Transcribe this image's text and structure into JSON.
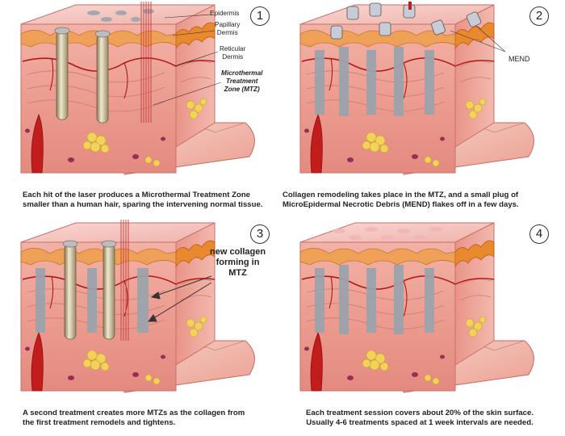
{
  "panels": [
    {
      "number": "1",
      "caption": [
        "Each hit of the laser produces a Microthermal Treatment Zone",
        "smaller than a human hair, sparing the intervening normal tissue."
      ],
      "labels": {
        "epidermis": "Epidermis",
        "papillary": [
          "Papillary",
          "Dermis"
        ],
        "reticular": [
          "Reticular",
          "Dermis"
        ],
        "mtz": [
          "Microthermal",
          "Treatment",
          "Zone (MTZ)"
        ]
      }
    },
    {
      "number": "2",
      "caption": [
        "Collagen remodeling takes place in the MTZ, and a small plug of",
        "MicroEpidermal Necrotic Debris (MEND) flakes off in a few days."
      ],
      "labels": {
        "mend": "MEND"
      }
    },
    {
      "number": "3",
      "caption": [
        "A second treatment creates more MTZs as the collagen from",
        "the first treatment remodels and tightens."
      ],
      "labels": {
        "new_collagen": [
          "new collagen",
          "forming in",
          "MTZ"
        ]
      }
    },
    {
      "number": "4",
      "caption": [
        "Each treatment session covers about 20% of the skin surface.",
        "Usually 4-6 treatments spaced at 1 week intervals are needed."
      ]
    }
  ],
  "colors": {
    "skin_top": "#f6c8c2",
    "dermis": "#eea59a",
    "epidermis_wave": "#e8892e",
    "fat": "#f2d35a",
    "mtz_column": "#9aa3ad",
    "vessel": "#b01818"
  }
}
